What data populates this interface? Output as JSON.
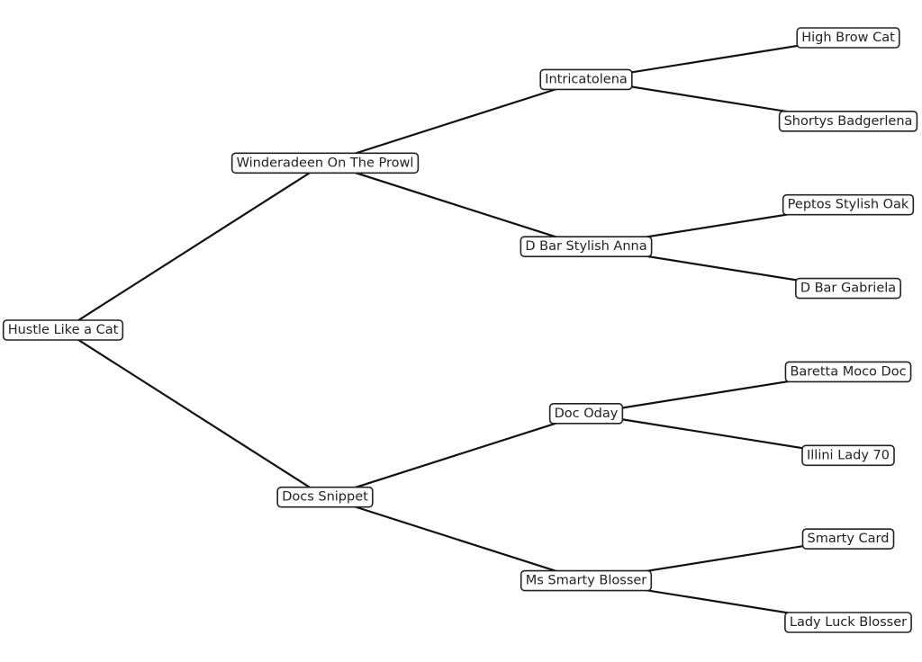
{
  "colors": {
    "edge": "#111111",
    "node_border": "#222222",
    "node_fill": "#ffffff",
    "text": "#222222",
    "background": "#ffffff"
  },
  "tree": {
    "name": "Hustle Like a Cat",
    "children": [
      {
        "name": "Winderadeen On The Prowl",
        "children": [
          {
            "name": "Intricatolena",
            "children": [
              {
                "name": "High Brow Cat"
              },
              {
                "name": "Shortys Badgerlena"
              }
            ]
          },
          {
            "name": "D Bar Stylish Anna",
            "children": [
              {
                "name": "Peptos Stylish Oak"
              },
              {
                "name": "D Bar Gabriela"
              }
            ]
          }
        ]
      },
      {
        "name": "Docs Snippet",
        "children": [
          {
            "name": "Doc Oday",
            "children": [
              {
                "name": "Baretta Moco Doc"
              },
              {
                "name": "Illini Lady 70"
              }
            ]
          },
          {
            "name": "Ms Smarty Blosser",
            "children": [
              {
                "name": "Smarty Card"
              },
              {
                "name": "Lady Luck Blosser"
              }
            ]
          }
        ]
      }
    ]
  }
}
